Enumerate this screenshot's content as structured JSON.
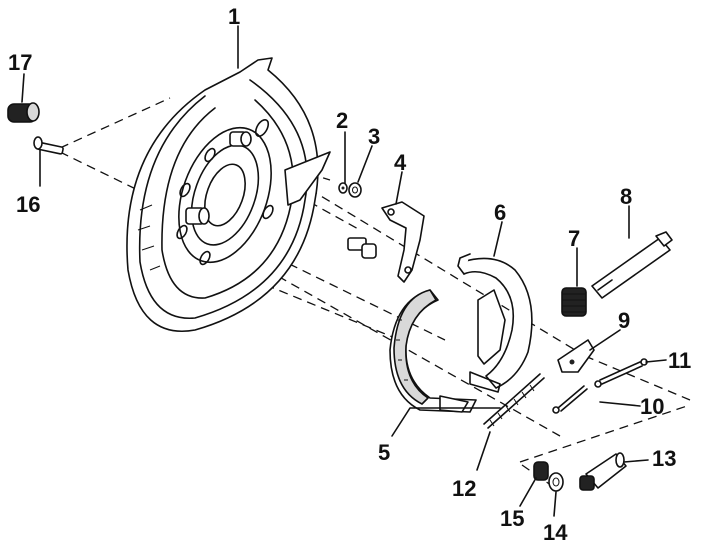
{
  "diagram": {
    "labels": [
      {
        "id": "1",
        "text": "1"
      },
      {
        "id": "2",
        "text": "2"
      },
      {
        "id": "3",
        "text": "3"
      },
      {
        "id": "4",
        "text": "4"
      },
      {
        "id": "5",
        "text": "5"
      },
      {
        "id": "6",
        "text": "6"
      },
      {
        "id": "7",
        "text": "7"
      },
      {
        "id": "8",
        "text": "8"
      },
      {
        "id": "9",
        "text": "9"
      },
      {
        "id": "10",
        "text": "10"
      },
      {
        "id": "11",
        "text": "11"
      },
      {
        "id": "12",
        "text": "12"
      },
      {
        "id": "13",
        "text": "13"
      },
      {
        "id": "14",
        "text": "14"
      },
      {
        "id": "15",
        "text": "15"
      },
      {
        "id": "16",
        "text": "16"
      },
      {
        "id": "17",
        "text": "17"
      }
    ]
  }
}
